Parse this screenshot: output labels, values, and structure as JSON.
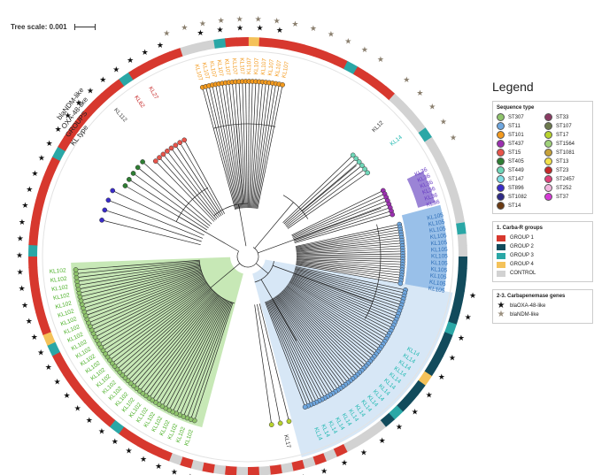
{
  "scale": {
    "label": "Tree scale: 0.001"
  },
  "ring_labels": {
    "ndm": "blaNDM-like",
    "oxa": "OXA-48-like",
    "groups": "GROUPS",
    "kl": "KL type"
  },
  "legend": {
    "title": "Legend",
    "sequence_type": {
      "heading": "Sequence type",
      "items": [
        {
          "label": "ST307",
          "color": "#8fc46c"
        },
        {
          "label": "ST33",
          "color": "#8a3b63"
        },
        {
          "label": "ST11",
          "color": "#6ea7e0"
        },
        {
          "label": "ST107",
          "color": "#6d7a4e"
        },
        {
          "label": "ST101",
          "color": "#f39a1e"
        },
        {
          "label": "ST17",
          "color": "#b8d32e"
        },
        {
          "label": "ST437",
          "color": "#9b2fb0"
        },
        {
          "label": "ST1564",
          "color": "#a0d27a"
        },
        {
          "label": "ST15",
          "color": "#e8544a"
        },
        {
          "label": "ST1081",
          "color": "#c7a23a"
        },
        {
          "label": "ST405",
          "color": "#2e7d32"
        },
        {
          "label": "ST13",
          "color": "#f3e24a"
        },
        {
          "label": "ST449",
          "color": "#6fd6b8"
        },
        {
          "label": "ST23",
          "color": "#c62828"
        },
        {
          "label": "ST147",
          "color": "#7fe0e6"
        },
        {
          "label": "ST2457",
          "color": "#e0417a"
        },
        {
          "label": "ST896",
          "color": "#3a2cc9"
        },
        {
          "label": "ST252",
          "color": "#f2b7df"
        },
        {
          "label": "ST1082",
          "color": "#2e2a86"
        },
        {
          "label": "ST37",
          "color": "#d63ad6"
        },
        {
          "label": "ST14",
          "color": "#6b3a12"
        }
      ]
    },
    "groups": {
      "heading": "1. Carba-R groups",
      "items": [
        {
          "label": "GROUP 1",
          "color": "#d7382e"
        },
        {
          "label": "GROUP 2",
          "color": "#124b5c"
        },
        {
          "label": "GROUP 3",
          "color": "#2aa7a6"
        },
        {
          "label": "GROUP 4",
          "color": "#f4c25a"
        },
        {
          "label": "CONTROL",
          "color": "#d2d2d2"
        }
      ]
    },
    "genes": {
      "heading": "2-3. Carbapenemase genes",
      "items": [
        {
          "label": "blaOXA-48-like",
          "color": "#111111"
        },
        {
          "label": "blaNDM-like",
          "color": "#9a8f7e"
        }
      ]
    }
  },
  "kl_labels": {
    "kl102": "KL102",
    "kl105": "KL105",
    "kl36": "KL36",
    "kl14": "KL14",
    "kl12": "KL12",
    "kl17": "KL17",
    "kl107": "KL107",
    "kl27": "KL27",
    "kl62": "KL62",
    "kl112": "KL112"
  },
  "colors": {
    "kl102_text": "#4bb026",
    "kl105_text": "#2f6fb8",
    "kl36_text": "#6a3fc4",
    "kl14_text": "#1fb8b0",
    "kl107_text": "#f39a1e"
  }
}
